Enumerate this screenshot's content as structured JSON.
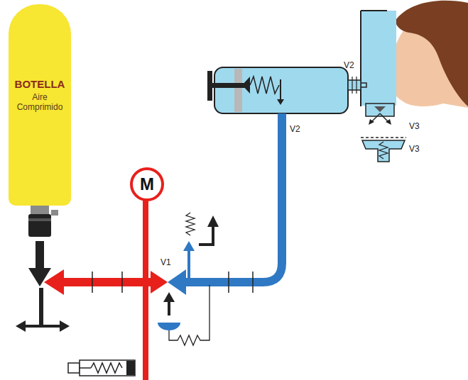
{
  "diagram": {
    "nodes": [
      {
        "text": [
          "BOTELLA",
          "Aire Comprimido"
        ]
      },
      {
        "text": [
          "M"
        ]
      }
    ],
    "labels": [
      "V2",
      "V2",
      "V1",
      "V3",
      "V3"
    ]
  }
}
